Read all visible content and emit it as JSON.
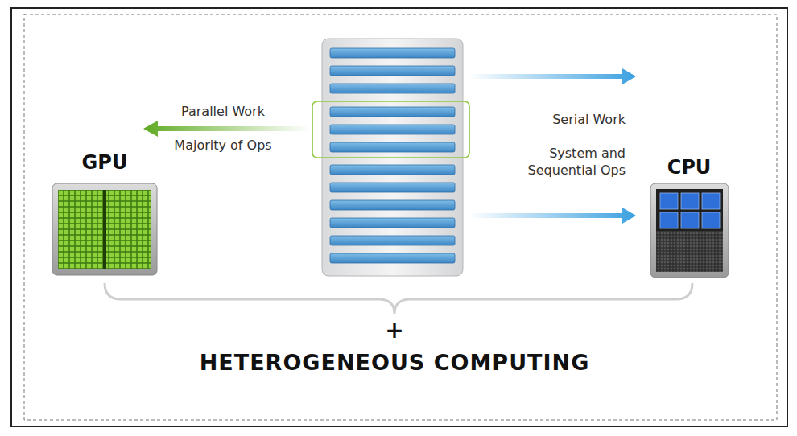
{
  "diagram": {
    "nodes": [
      {
        "text": [
          "GPU"
        ]
      },
      {
        "text": [
          "CPU"
        ]
      }
    ],
    "labels": [
      "Parallel Work",
      "Majority of Ops",
      "Serial Work",
      "System and Sequential Ops",
      "+",
      "HETEROGENEOUS COMPUTING"
    ]
  }
}
